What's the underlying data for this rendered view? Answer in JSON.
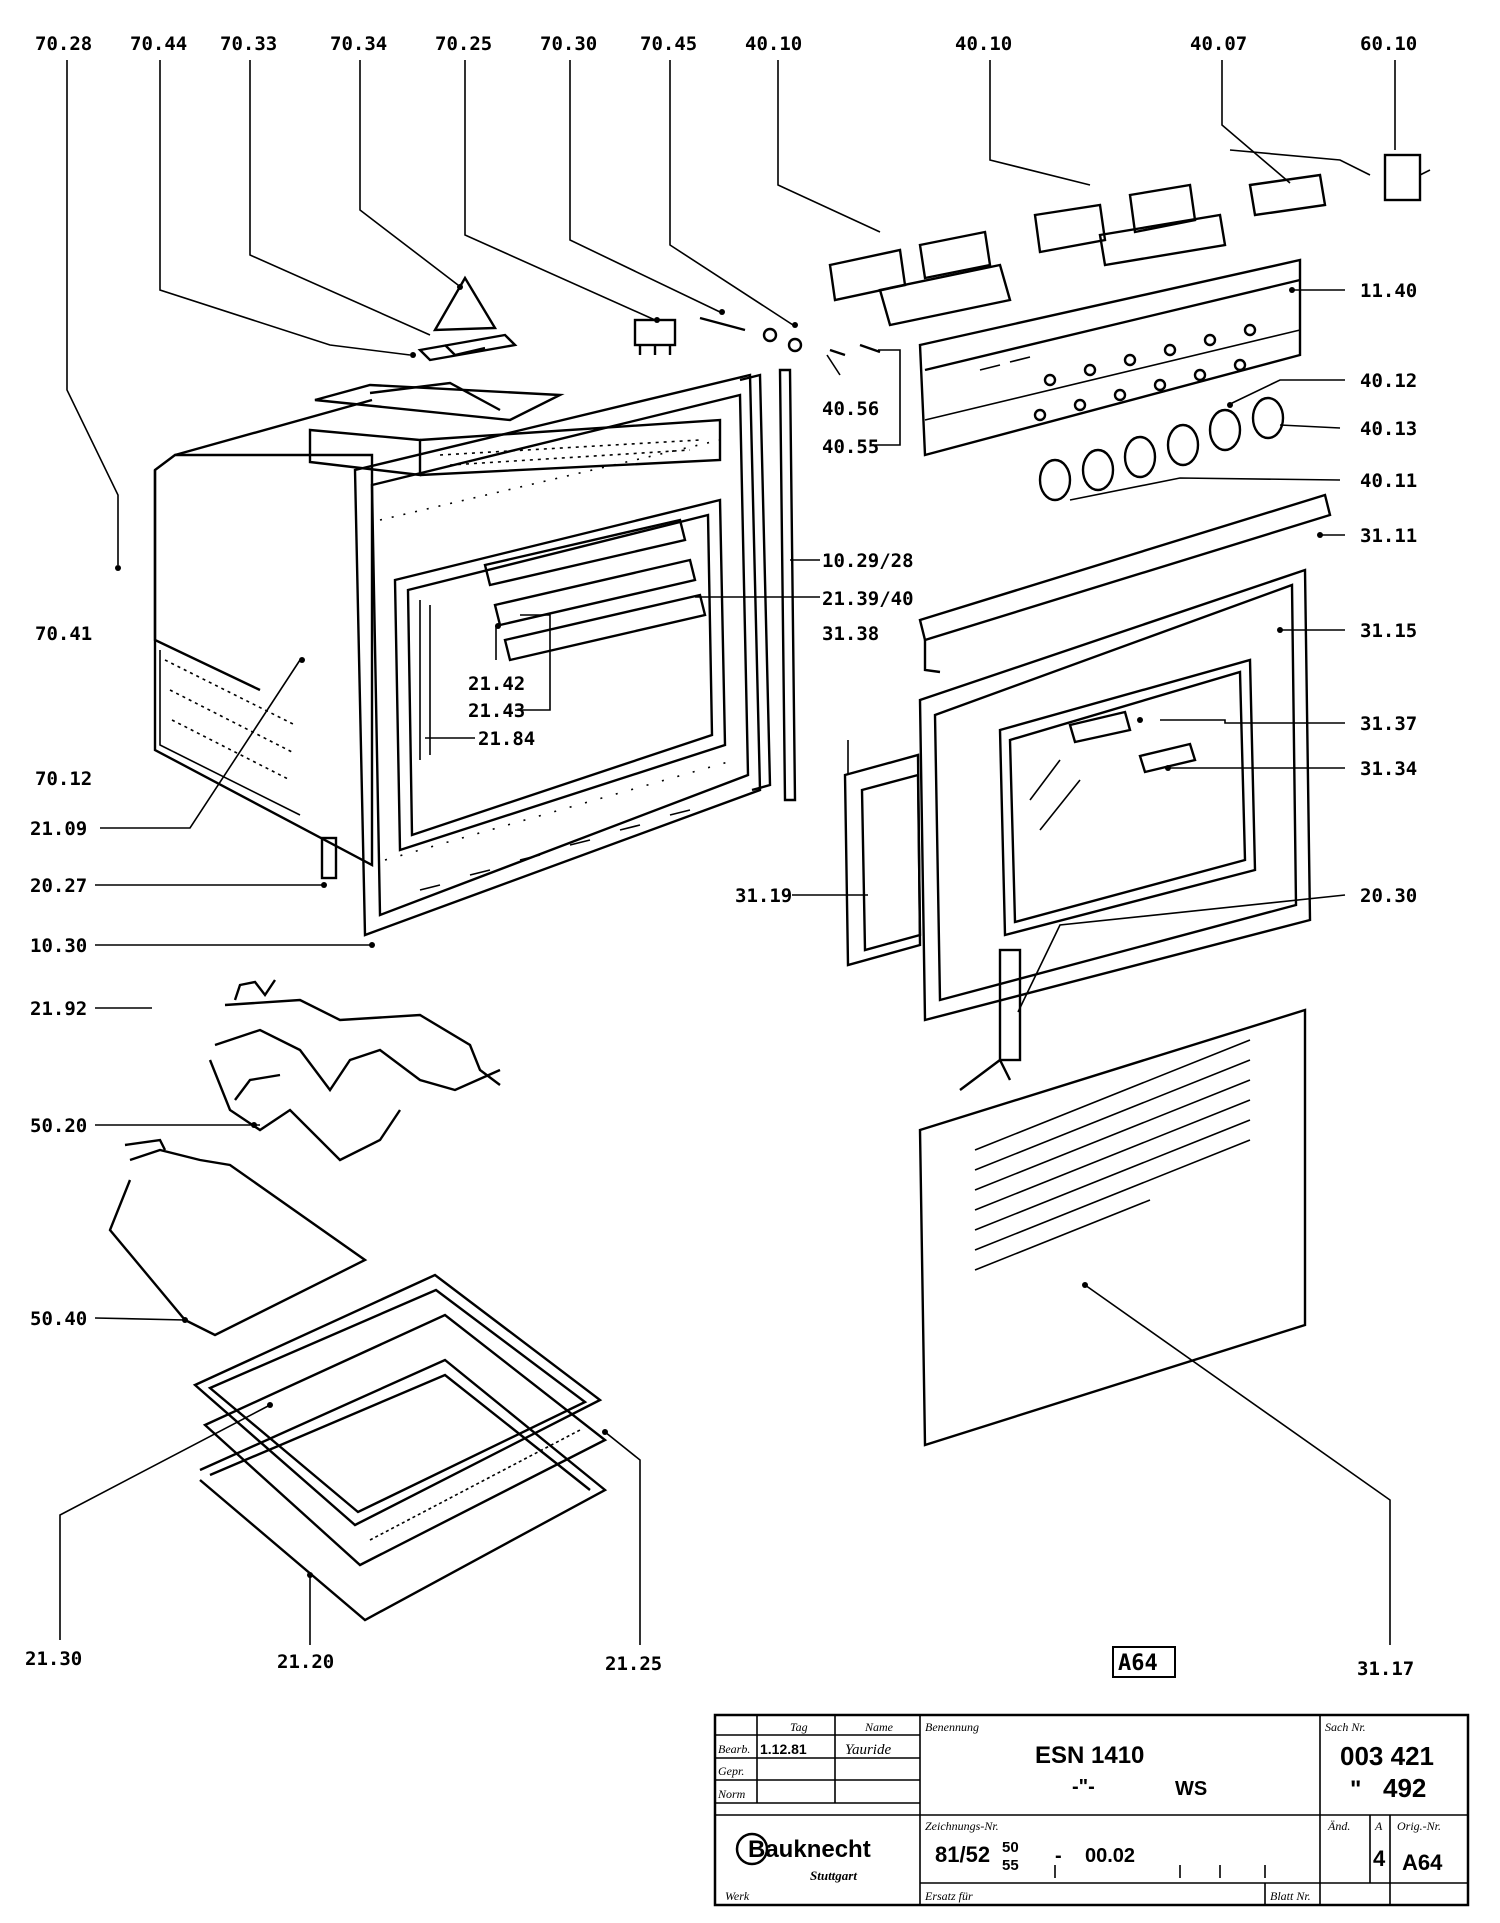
{
  "diagram": {
    "part_labels": [
      {
        "id": "70-28",
        "text": "70.28"
      },
      {
        "id": "70-44",
        "text": "70.44"
      },
      {
        "id": "70-33",
        "text": "70.33"
      },
      {
        "id": "70-34",
        "text": "70.34"
      },
      {
        "id": "70-25",
        "text": "70.25"
      },
      {
        "id": "70-30",
        "text": "70.30"
      },
      {
        "id": "70-45",
        "text": "70.45"
      },
      {
        "id": "40-10-a",
        "text": "40.10"
      },
      {
        "id": "40-10-b",
        "text": "40.10"
      },
      {
        "id": "40-07",
        "text": "40.07"
      },
      {
        "id": "60-10",
        "text": "60.10"
      },
      {
        "id": "11-40",
        "text": "11.40"
      },
      {
        "id": "40-12",
        "text": "40.12"
      },
      {
        "id": "40-13",
        "text": "40.13"
      },
      {
        "id": "40-11",
        "text": "40.11"
      },
      {
        "id": "40-56",
        "text": "40.56"
      },
      {
        "id": "40-55",
        "text": "40.55"
      },
      {
        "id": "31-11",
        "text": "31.11"
      },
      {
        "id": "10-29-28",
        "text": "10.29/28"
      },
      {
        "id": "21-39-40",
        "text": "21.39/40"
      },
      {
        "id": "31-15",
        "text": "31.15"
      },
      {
        "id": "31-38",
        "text": "31.38"
      },
      {
        "id": "31-37",
        "text": "31.37"
      },
      {
        "id": "31-34",
        "text": "31.34"
      },
      {
        "id": "21-42",
        "text": "21.42"
      },
      {
        "id": "21-43",
        "text": "21.43"
      },
      {
        "id": "21-84",
        "text": "21.84"
      },
      {
        "id": "70-41",
        "text": "70.41"
      },
      {
        "id": "70-12",
        "text": "70.12"
      },
      {
        "id": "21-09",
        "text": "21.09"
      },
      {
        "id": "20-27",
        "text": "20.27"
      },
      {
        "id": "10-30",
        "text": "10.30"
      },
      {
        "id": "31-19",
        "text": "31.19"
      },
      {
        "id": "20-30",
        "text": "20.30"
      },
      {
        "id": "21-92",
        "text": "21.92"
      },
      {
        "id": "50-20",
        "text": "50.20"
      },
      {
        "id": "50-40",
        "text": "50.40"
      },
      {
        "id": "21-30",
        "text": "21.30"
      },
      {
        "id": "21-20",
        "text": "21.20"
      },
      {
        "id": "21-25",
        "text": "21.25"
      },
      {
        "id": "31-17",
        "text": "31.17"
      }
    ],
    "sheet_mark": "A64"
  },
  "title_block": {
    "col_tag": "Tag",
    "col_name": "Name",
    "row_bearb": "Bearb.",
    "bearb_date": "1.12.81",
    "bearb_name": "Yauride",
    "row_gepr": "Gepr.",
    "row_norm": "Norm",
    "benennung_label": "Benennung",
    "product_line1": "ESN  1410",
    "product_line2_a": "-\"-",
    "product_line2_b": "WS",
    "sach_label": "Sach Nr.",
    "sach_line1": "003 421",
    "sach_line2_a": "\"",
    "sach_line2_b": "492",
    "brand": "Bauknecht",
    "city": "Stuttgart",
    "werk_label": "Werk",
    "zeichnungs_label": "Zeichnungs-Nr.",
    "zeichnungs_main": "81/52",
    "zeichnungs_sup": "50",
    "zeichnungs_sub": "55",
    "zeichnungs_dash": "-",
    "zeichnungs_suffix": "00.02",
    "ersatz_label": "Ersatz für",
    "blatt_label": "Blatt Nr.",
    "aend_label": "Änd.",
    "aend_a_label": "A",
    "aend_value": "4",
    "orig_label": "Orig.-Nr.",
    "orig_value": "A64"
  }
}
